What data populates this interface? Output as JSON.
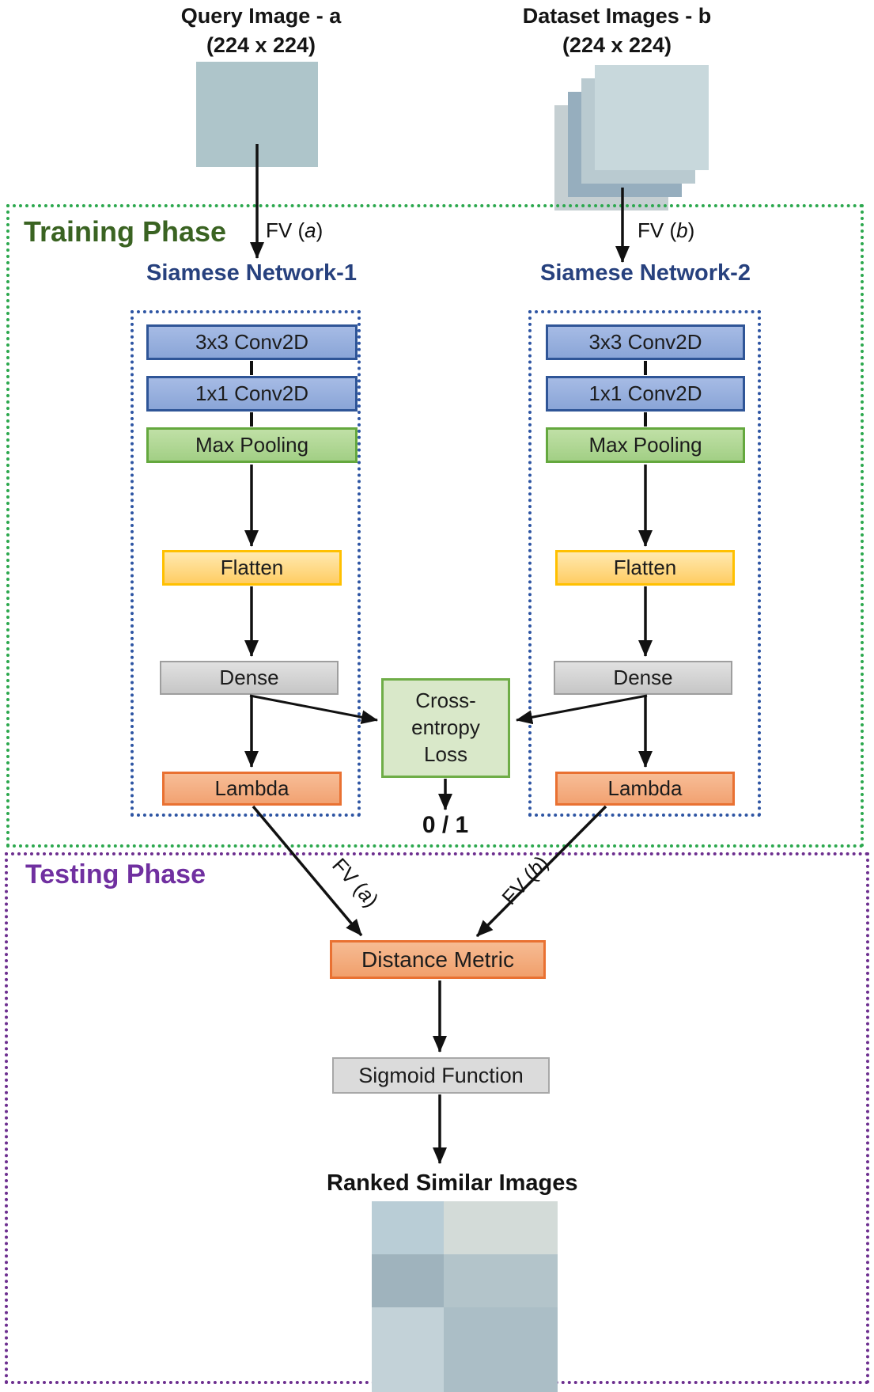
{
  "header": {
    "query": {
      "line1": "Query Image - a",
      "line2": "(224 x 224)"
    },
    "dataset": {
      "line1": "Dataset Images - b",
      "line2": "(224 x 224)"
    }
  },
  "phases": {
    "training": {
      "label": "Training Phase",
      "text_color": "#3a6322",
      "border_color": "#2ca84e"
    },
    "testing": {
      "label": "Testing Phase",
      "text_color": "#7030a0",
      "border_color": "#6d2f8f"
    }
  },
  "fv_labels": {
    "a": {
      "pre": "FV (",
      "var": "a",
      "post": ")"
    },
    "b": {
      "pre": "FV (",
      "var": "b",
      "post": ")"
    }
  },
  "networks": [
    {
      "title": "Siamese Network-1",
      "layers": [
        "3x3 Conv2D",
        "1x1 Conv2D",
        "Max Pooling",
        "Flatten",
        "Dense",
        "Lambda"
      ]
    },
    {
      "title": "Siamese Network-2",
      "layers": [
        "3x3 Conv2D",
        "1x1 Conv2D",
        "Max Pooling",
        "Flatten",
        "Dense",
        "Lambda"
      ]
    }
  ],
  "loss": {
    "lines": [
      "Cross-",
      "entropy",
      "Loss"
    ],
    "output": "0 / 1"
  },
  "testing_flow": {
    "distance": "Distance Metric",
    "sigmoid": "Sigmoid Function",
    "ranked_title": "Ranked Similar Images"
  },
  "palette": {
    "conv_fill": "#94aedd",
    "conv_border": "#2f5597",
    "pool_fill": "#aed392",
    "pool_border": "#64a83e",
    "flatten_fill": "#ffd97e",
    "flatten_border": "#ffc000",
    "dense_fill": "#d2d2d2",
    "dense_border": "#9e9e9e",
    "lambda_fill": "#f4ae82",
    "lambda_border": "#e97132",
    "loss_fill": "#d9e8c9",
    "loss_border": "#6fad47",
    "net_frame_border": "#2e55a3",
    "arrow_color": "#111111"
  },
  "images": {
    "query": {
      "alt": "open handwritten manuscript photo",
      "bg": "#aec5ca",
      "page_left": "#b4ab81",
      "page_right": "#b4ab81"
    },
    "dataset_stack": [
      {
        "alt": "dataset manuscript 4",
        "bg": "#c5cfd2",
        "page_left": "#c0b070",
        "page_right": "#c0b070"
      },
      {
        "alt": "dataset manuscript 3",
        "bg": "#96aebe",
        "page_left": "#bfae6e",
        "page_right": "#bfae6e"
      },
      {
        "alt": "dataset manuscript 2",
        "bg": "#b9cad0",
        "page_left": "#c3b172",
        "page_right": "#c3b172"
      },
      {
        "alt": "dataset manuscript 1 (front)",
        "bg": "#c8d8dc",
        "page_left": "#c8b269",
        "page_right": "#c8b269"
      }
    ],
    "ranked": [
      {
        "alt": "ranked result 1",
        "bg": "#b9cdd6",
        "page_left": "#b2ae8c",
        "page_right": "#b2ae8c"
      },
      {
        "alt": "ranked result 2",
        "bg": "#d3dbd8",
        "page_left": "#c8a95e",
        "page_right": "#c8a95e"
      },
      {
        "alt": "ranked result 3",
        "bg": "#9fb3bd",
        "page_left": "#b2b298",
        "page_right": "#b2b298"
      },
      {
        "alt": "ranked result 4",
        "bg": "#b3c4ca",
        "page_left": "#cec09a",
        "page_right": "#cec09a"
      },
      {
        "alt": "ranked result 5",
        "bg": "#c3d2d8",
        "page_left": "#c3ac6c",
        "page_right": "#c3ac6c"
      },
      {
        "alt": "ranked result 6",
        "bg": "#abbec6",
        "page_left": "#d8d5c2",
        "page_right": "#c7c2a4"
      }
    ]
  }
}
